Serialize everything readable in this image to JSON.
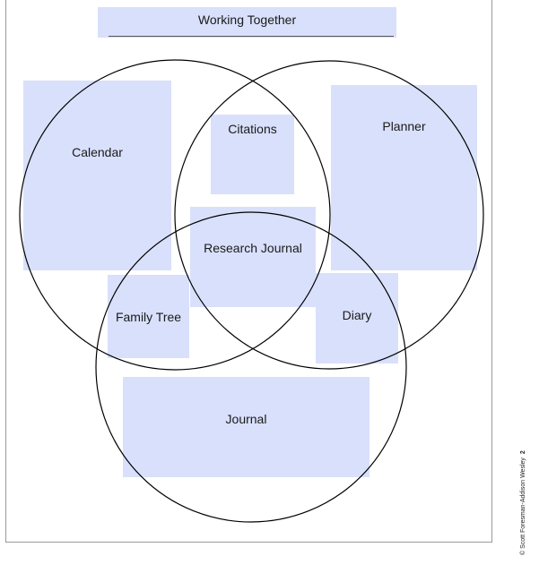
{
  "diagram": {
    "title": "Working Together",
    "box_color": "#d9e0fb",
    "circle_color": "#000000",
    "labels": {
      "calendar": "Calendar",
      "citations": "Citations",
      "planner": "Planner",
      "research_journal": "Research Journal",
      "family_tree": "Family Tree",
      "diary": "Diary",
      "journal": "Journal"
    }
  },
  "footer": {
    "copyright": "© Scott Foresman-Addison Wesley",
    "page_number": "2"
  }
}
